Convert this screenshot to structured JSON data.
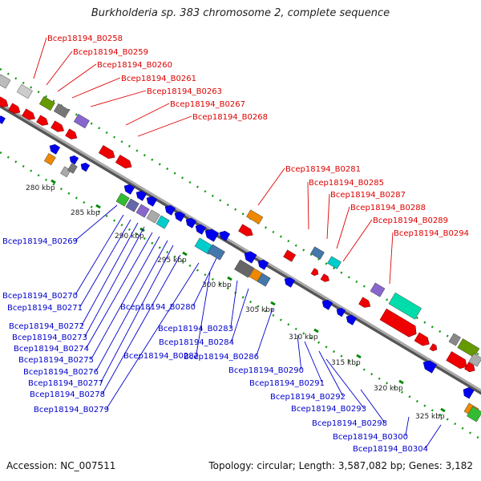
{
  "title": "Burkholderia sp. 383 chromosome 2, complete sequence",
  "footer": {
    "accession": "Accession: NC_007511",
    "summary": "Topology: circular; Length: 3,587,082 bp; Genes: 3,182"
  },
  "colors": {
    "forward_label": "#dd0000",
    "reverse_label": "#0000cc",
    "backbone": "#999999",
    "tick": "#008800"
  },
  "kbp_labels": [
    "280 kbp",
    "285 kbp",
    "290 kbp",
    "295 kbp",
    "300 kbp",
    "305 kbp",
    "310 kbp",
    "315 kbp",
    "320 kbp",
    "325 kbp"
  ],
  "forward_labels": [
    "Bcep18194_B0258",
    "Bcep18194_B0259",
    "Bcep18194_B0260",
    "Bcep18194_B0261",
    "Bcep18194_B0263",
    "Bcep18194_B0267",
    "Bcep18194_B0268",
    "Bcep18194_B0281",
    "Bcep18194_B0285",
    "Bcep18194_B0287",
    "Bcep18194_B0288",
    "Bcep18194_B0289",
    "Bcep18194_B0294"
  ],
  "reverse_labels": [
    "Bcep18194_B0269",
    "Bcep18194_B0270",
    "Bcep18194_B0271",
    "Bcep18194_B0272",
    "Bcep18194_B0273",
    "Bcep18194_B0274",
    "Bcep18194_B0275",
    "Bcep18194_B0276",
    "Bcep18194_B0277",
    "Bcep18194_B0278",
    "Bcep18194_B0279",
    "Bcep18194_B0280",
    "Bcep18194_B0283",
    "Bcep18194_B0282",
    "Bcep18194_B0284",
    "Bcep18194_B0286",
    "Bcep18194_B0290",
    "Bcep18194_B0291",
    "Bcep18194_B0292",
    "Bcep18194_B0293",
    "Bcep18194_B0298",
    "Bcep18194_B0300",
    "Bcep18194_B0304"
  ]
}
